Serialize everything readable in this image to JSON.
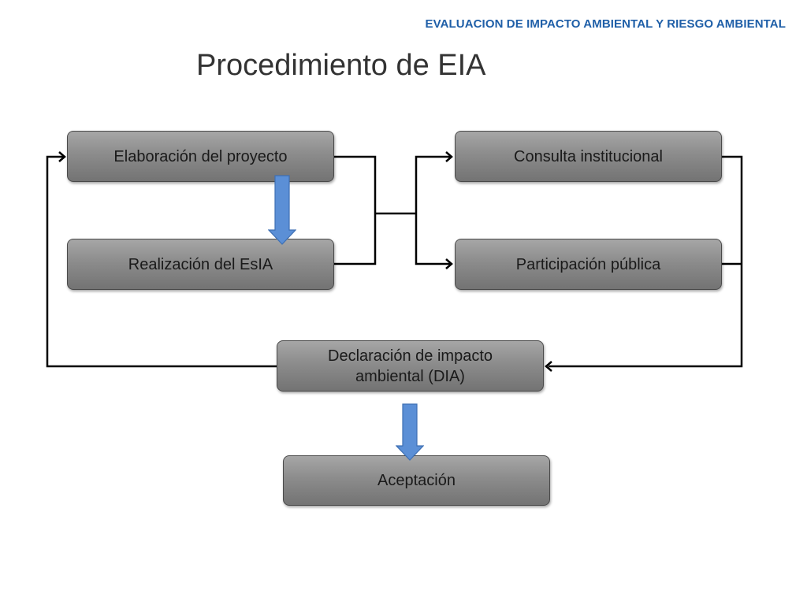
{
  "header": {
    "text": "EVALUACION DE IMPACTO AMBIENTAL Y RIESGO AMBIENTAL"
  },
  "title": "Procedimiento de EIA",
  "boxes": {
    "elaboracion": "Elaboración del proyecto",
    "realizacion": "Realización del EsIA",
    "consulta": "Consulta institucional",
    "participacion": "Participación pública",
    "declaracion": "Declaración de impacto ambiental (DIA)",
    "aceptacion": "Aceptación"
  },
  "colors": {
    "header_text": "#1f5fa8",
    "box_fill": "#8c8c8c",
    "arrow_fill": "#5b8fd6",
    "connector": "#000000"
  }
}
